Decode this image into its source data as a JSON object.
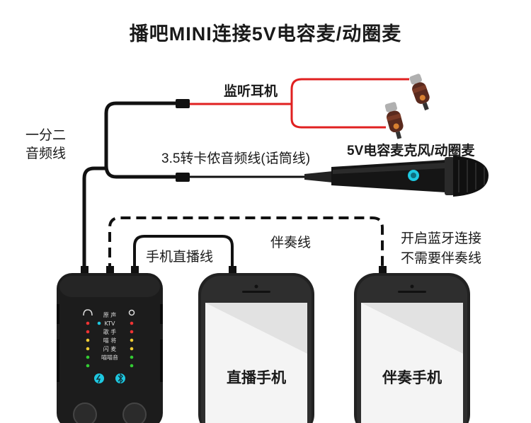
{
  "title": "播吧MINI连接5V电容麦/动圈麦",
  "labels": {
    "splitter": [
      "一分二",
      "音频线"
    ],
    "earphones": "监听耳机",
    "mic_cable": "3.5转卡侬音频线(话筒线)",
    "microphone": "5V电容麦克风/动圈麦",
    "live_cable": "手机直播线",
    "accompany_cable": "伴奏线",
    "bluetooth_note": [
      "开启蓝牙连接",
      "不需要伴奏线"
    ],
    "live_phone": "直播手机",
    "accompany_phone": "伴奏手机"
  },
  "device": {
    "modes": [
      "原 声",
      "KTV",
      "歌 手",
      "喵 将",
      "闪 麦",
      "喵喵音"
    ],
    "selected_mode": "KTV"
  },
  "colors": {
    "cable": "#111111",
    "earphone_cable": "#e02020",
    "device_body": "#1c1c1c",
    "accent": "#1ec8e0"
  }
}
